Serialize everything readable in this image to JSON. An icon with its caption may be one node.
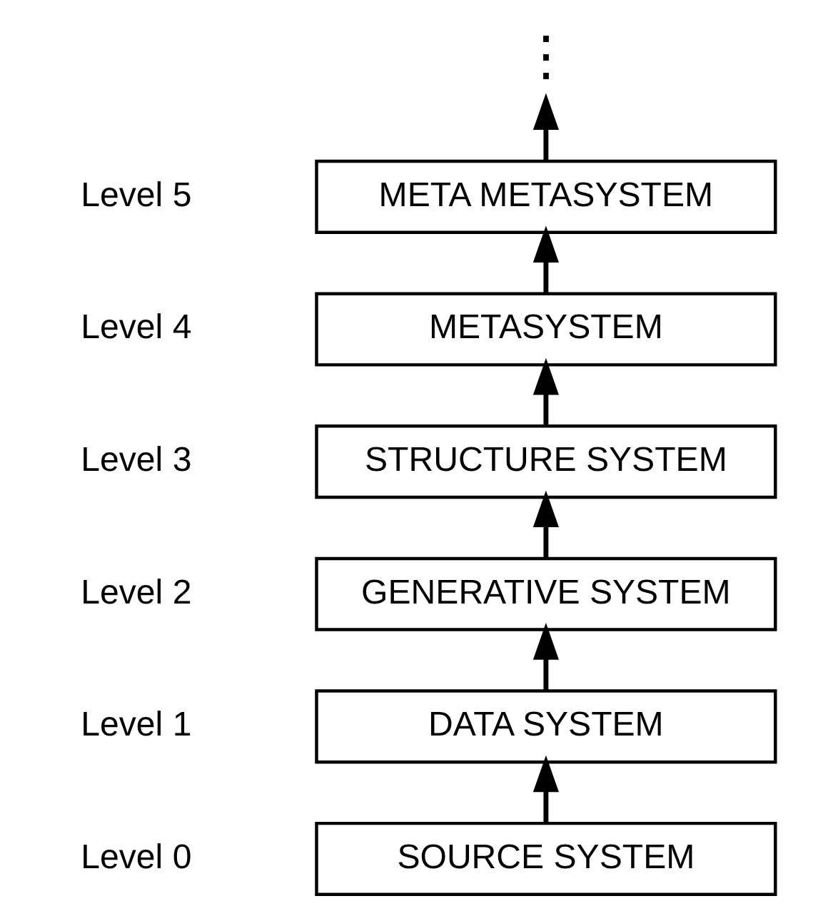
{
  "diagram": {
    "nodes": [
      {
        "text": [
          "⋮"
        ]
      },
      {
        "text": [
          "META METASYSTEM"
        ],
        "beside": [
          "Level 5"
        ]
      },
      {
        "text": [
          "METASYSTEM"
        ],
        "beside": [
          "Level 4"
        ]
      },
      {
        "text": [
          "STRUCTURE SYSTEM"
        ],
        "beside": [
          "Level 3"
        ]
      },
      {
        "text": [
          "GENERATIVE SYSTEM"
        ],
        "beside": [
          "Level 2"
        ]
      },
      {
        "text": [
          "DATA SYSTEM"
        ],
        "beside": [
          "Level 1"
        ]
      },
      {
        "text": [
          "SOURCE SYSTEM"
        ],
        "beside": [
          "Level 0"
        ]
      }
    ],
    "edges": [
      {
        "from": 6,
        "to": 5,
        "arrow": "to"
      },
      {
        "from": 5,
        "to": 4,
        "arrow": "to"
      },
      {
        "from": 4,
        "to": 3,
        "arrow": "to"
      },
      {
        "from": 3,
        "to": 2,
        "arrow": "to"
      },
      {
        "from": 2,
        "to": 1,
        "arrow": "to"
      },
      {
        "from": 1,
        "to": 0,
        "arrow": "to"
      }
    ]
  }
}
